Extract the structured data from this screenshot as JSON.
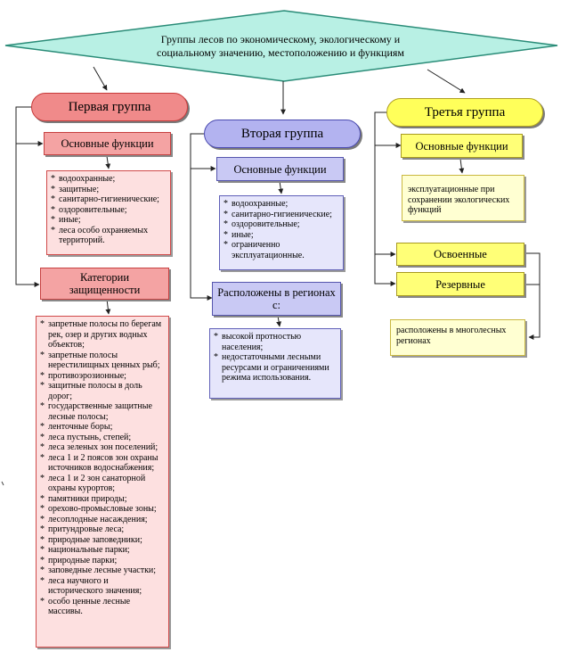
{
  "title": "Группы лесов по экономическому, экологическому и социальному значению, местоположению и функциям",
  "groups": {
    "first": {
      "label": "Первая группа",
      "functions_header": "Основные функции",
      "functions": [
        "водоохранные;",
        "защитные;",
        "санитарно-гигиенические;",
        "оздоровительные;",
        "иные;",
        "леса особо охраняемых территорий."
      ],
      "categories_header": "Категории защищенности",
      "categories": [
        "запретные полосы по берегам рек, озер и других водных объектов;",
        "запретные полосы нерестилищных ценных рыб;",
        "противоэрозионные;",
        "защитные полосы в доль дорог;",
        "государственные защитные лесные полосы;",
        "ленточные боры;",
        "леса пустынь, степей;",
        "леса зеленых зон поселений;",
        "леса 1 и 2 поясов зон охраны источников водоснабжения;",
        "леса 1 и 2 зон санаторной охраны курортов;",
        "памятники природы;",
        "орехово-промысловые зоны;",
        "лесоплодные насаждения;",
        "притундровые леса;",
        "природные заповедники;",
        "национальные парки;",
        "природные парки;",
        "заповедные лесные участки;",
        "леса научного и исторического значения;",
        "особо ценные лесные массивы."
      ]
    },
    "second": {
      "label": "Вторая группа",
      "functions_header": "Основные функции",
      "functions": [
        "водоохранные;",
        "санитарно-гигиенические;",
        "оздоровительные;",
        "иные;",
        "ограниченно эксплуатационные."
      ],
      "regions_header": "Расположены в регионах с:",
      "regions": [
        "высокой протностью населения;",
        "недостаточными лесными ресурсами и ограничениями режима использования."
      ]
    },
    "third": {
      "label": "Третья группа",
      "functions_header": "Основные функции",
      "functions_text": "эксплуатационные при сохранении экологических функций",
      "developed": "Освоенные",
      "reserve": "Резервные",
      "location_text": "расположены в многолесных регионах"
    }
  },
  "colors": {
    "diamond": "#b8f0e4",
    "first": "#f08a8a",
    "second": "#b3b3f0",
    "third": "#ffff5a"
  }
}
